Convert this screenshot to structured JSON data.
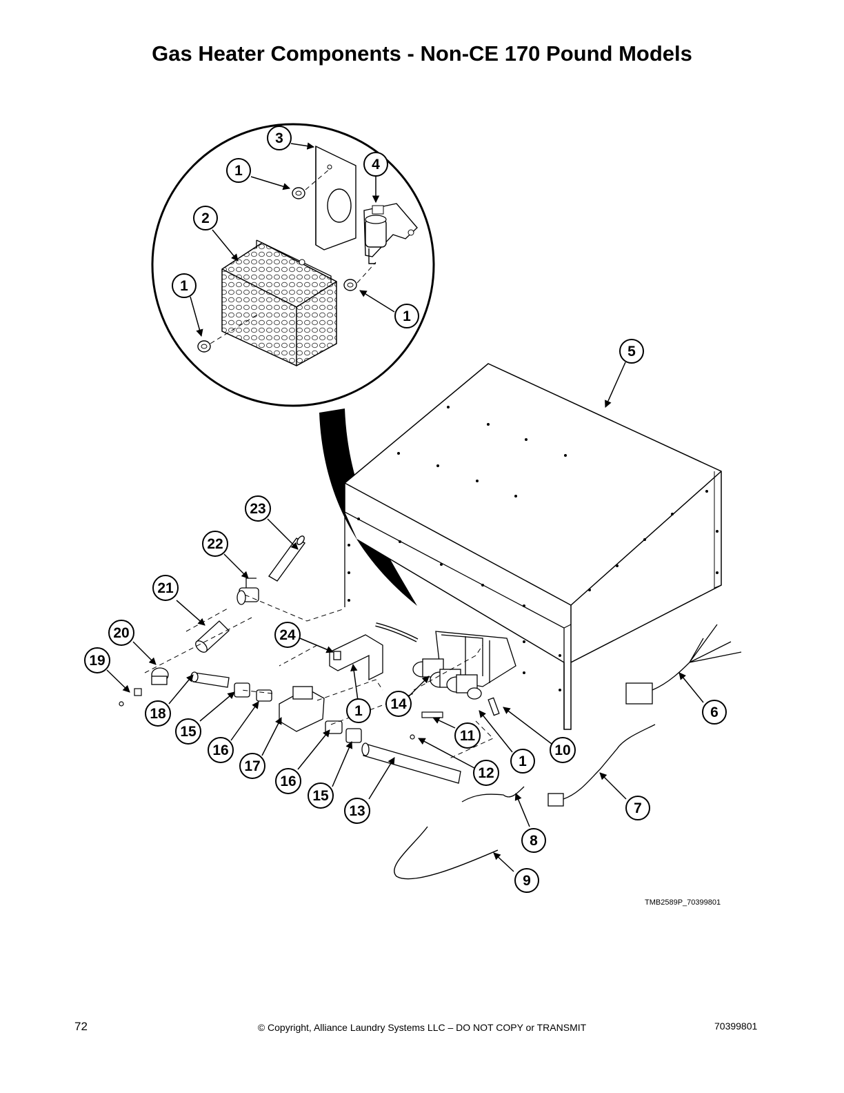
{
  "page": {
    "title": "Gas Heater Components - Non-CE 170 Pound Models",
    "figure_code": "TMB2589P_70399801",
    "footer": {
      "page_number": "72",
      "copyright": "© Copyright, Alliance Laundry Systems LLC – DO NOT COPY or TRANSMIT",
      "document_number": "70399801"
    }
  },
  "callouts": [
    {
      "id": "c3",
      "label": "3"
    },
    {
      "id": "c4",
      "label": "4"
    },
    {
      "id": "c1a",
      "label": "1"
    },
    {
      "id": "c2",
      "label": "2"
    },
    {
      "id": "c1b",
      "label": "1"
    },
    {
      "id": "c1c",
      "label": "1"
    },
    {
      "id": "c5",
      "label": "5"
    },
    {
      "id": "c23",
      "label": "23"
    },
    {
      "id": "c22",
      "label": "22"
    },
    {
      "id": "c21",
      "label": "21"
    },
    {
      "id": "c20",
      "label": "20"
    },
    {
      "id": "c19",
      "label": "19"
    },
    {
      "id": "c24",
      "label": "24"
    },
    {
      "id": "c18",
      "label": "18"
    },
    {
      "id": "c15a",
      "label": "15"
    },
    {
      "id": "c16a",
      "label": "16"
    },
    {
      "id": "c17",
      "label": "17"
    },
    {
      "id": "c1d",
      "label": "1"
    },
    {
      "id": "c14",
      "label": "14"
    },
    {
      "id": "c11",
      "label": "11"
    },
    {
      "id": "c16b",
      "label": "16"
    },
    {
      "id": "c15b",
      "label": "15"
    },
    {
      "id": "c12",
      "label": "12"
    },
    {
      "id": "c1e",
      "label": "1"
    },
    {
      "id": "c10",
      "label": "10"
    },
    {
      "id": "c6",
      "label": "6"
    },
    {
      "id": "c13",
      "label": "13"
    },
    {
      "id": "c7",
      "label": "7"
    },
    {
      "id": "c8",
      "label": "8"
    },
    {
      "id": "c9",
      "label": "9"
    }
  ]
}
